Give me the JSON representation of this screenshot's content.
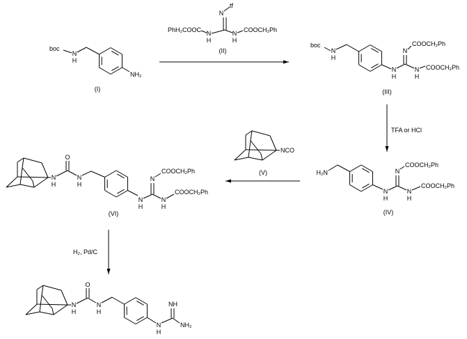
{
  "colors": {
    "ink": "#000000",
    "background": "#ffffff"
  },
  "compounds": {
    "I": {
      "label": "(I)",
      "boc": "boc",
      "N": "N",
      "H": "H",
      "amine": "NH₂"
    },
    "II": {
      "label": "(II)",
      "N_top": "N",
      "tf": "tf",
      "left_group": "PhH₂COOC",
      "N": "N",
      "H": "H",
      "right_group": "COOCH₂Ph"
    },
    "III": {
      "label": "(III)",
      "boc": "boc",
      "N": "N",
      "H": "H",
      "group": "COOCH₂Ph"
    },
    "IV": {
      "label": "(IV)",
      "amine": "H₂N",
      "N": "N",
      "H": "H",
      "group": "COOCH₂Ph"
    },
    "V": {
      "label": "(V)",
      "isocyanate": "NCO"
    },
    "VI": {
      "label": "(VI)",
      "N": "N",
      "H": "H",
      "O": "O",
      "group": "COOCH₂Ph"
    },
    "final": {
      "N": "N",
      "H": "H",
      "O": "O",
      "imine": "NH",
      "amine": "NH₂"
    }
  },
  "conditions": {
    "step2": "TFA or HCl",
    "step4": "H₂, Pd/C"
  }
}
